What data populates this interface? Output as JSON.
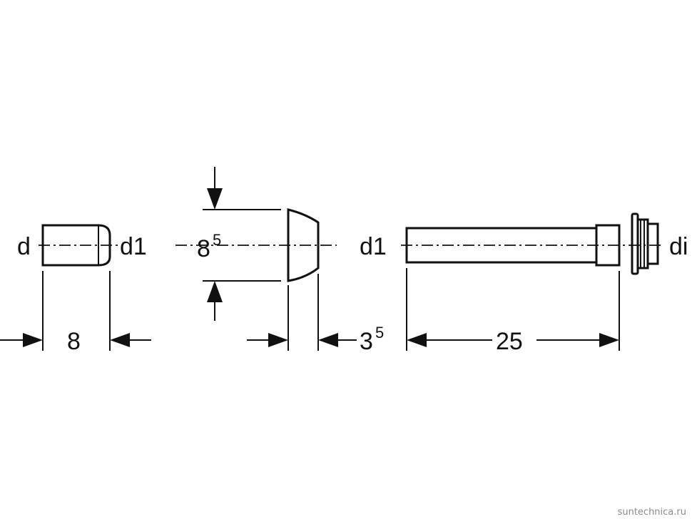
{
  "labels": {
    "part1_left": "d",
    "part1_right": "d1",
    "part1_length": "8",
    "cap_height_main": "8",
    "cap_height_sup": "5",
    "cap_width_main": "3",
    "cap_width_sup": "5",
    "pipe_left": "d1",
    "pipe_length": "25",
    "pipe_right": "di"
  },
  "watermark": "suntechnica.ru"
}
